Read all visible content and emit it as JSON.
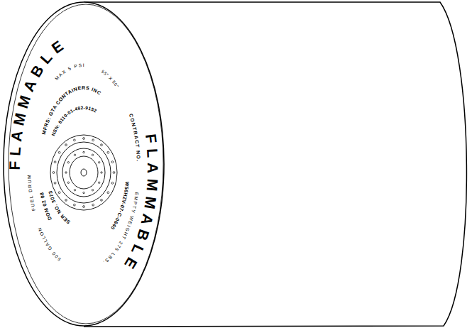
{
  "diagram": {
    "labels": [
      "FLAMMABLE",
      "FLAMMABLE",
      "MAX 5 PSI",
      "MFRS: GTA CONTAINERS INC",
      "NSN: 8110-01-482-9152",
      "55\" X 50\"",
      "CONTRACT NO.",
      "EMPTY WEIGHT 275 LBS.",
      "W56HZV-07-C-0640",
      "SER NO. 3073",
      "DOM 02 08",
      "FUEL DRUM",
      "500 GALLON"
    ]
  }
}
